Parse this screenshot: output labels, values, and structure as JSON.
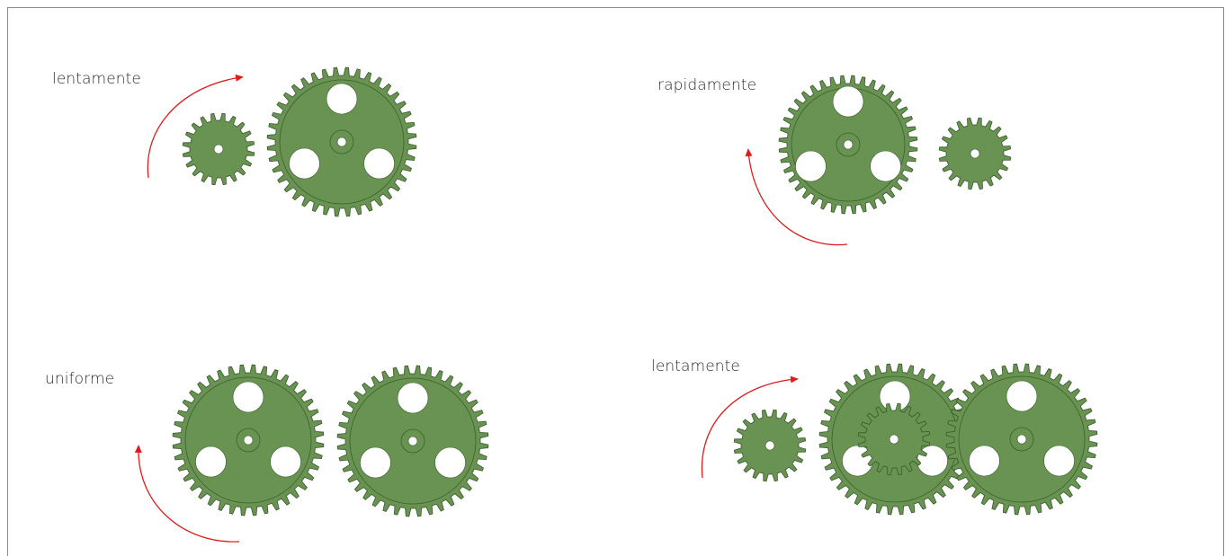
{
  "colors": {
    "gear_fill": "#6e9a56",
    "gear_stroke": "#3d5e30",
    "arrow": "#e01b1b",
    "frame": "#8a8a8a",
    "text": "#2b2b2b"
  },
  "scenes": [
    {
      "label": "lentamente",
      "arrow": "clockwise-over-small-gear"
    },
    {
      "label": "rapidamente",
      "arrow": "clockwise-under-large-gear"
    },
    {
      "label": "uniforme",
      "arrow": "clockwise-under-left-gear"
    },
    {
      "label": "lentamente",
      "arrow": "clockwise-over-small-gear"
    }
  ],
  "gears": [
    {
      "scene": 0,
      "teeth": 20,
      "holes": 0
    },
    {
      "scene": 0,
      "teeth": 40,
      "holes": 3
    },
    {
      "scene": 1,
      "teeth": 40,
      "holes": 3
    },
    {
      "scene": 1,
      "teeth": 20,
      "holes": 0
    },
    {
      "scene": 2,
      "teeth": 40,
      "holes": 3
    },
    {
      "scene": 2,
      "teeth": 40,
      "holes": 3
    },
    {
      "scene": 3,
      "teeth": 20,
      "holes": 0
    },
    {
      "scene": 3,
      "teeth": 40,
      "holes": 3
    },
    {
      "scene": 3,
      "teeth": 20,
      "holes": 0
    },
    {
      "scene": 3,
      "teeth": 40,
      "holes": 3
    }
  ]
}
